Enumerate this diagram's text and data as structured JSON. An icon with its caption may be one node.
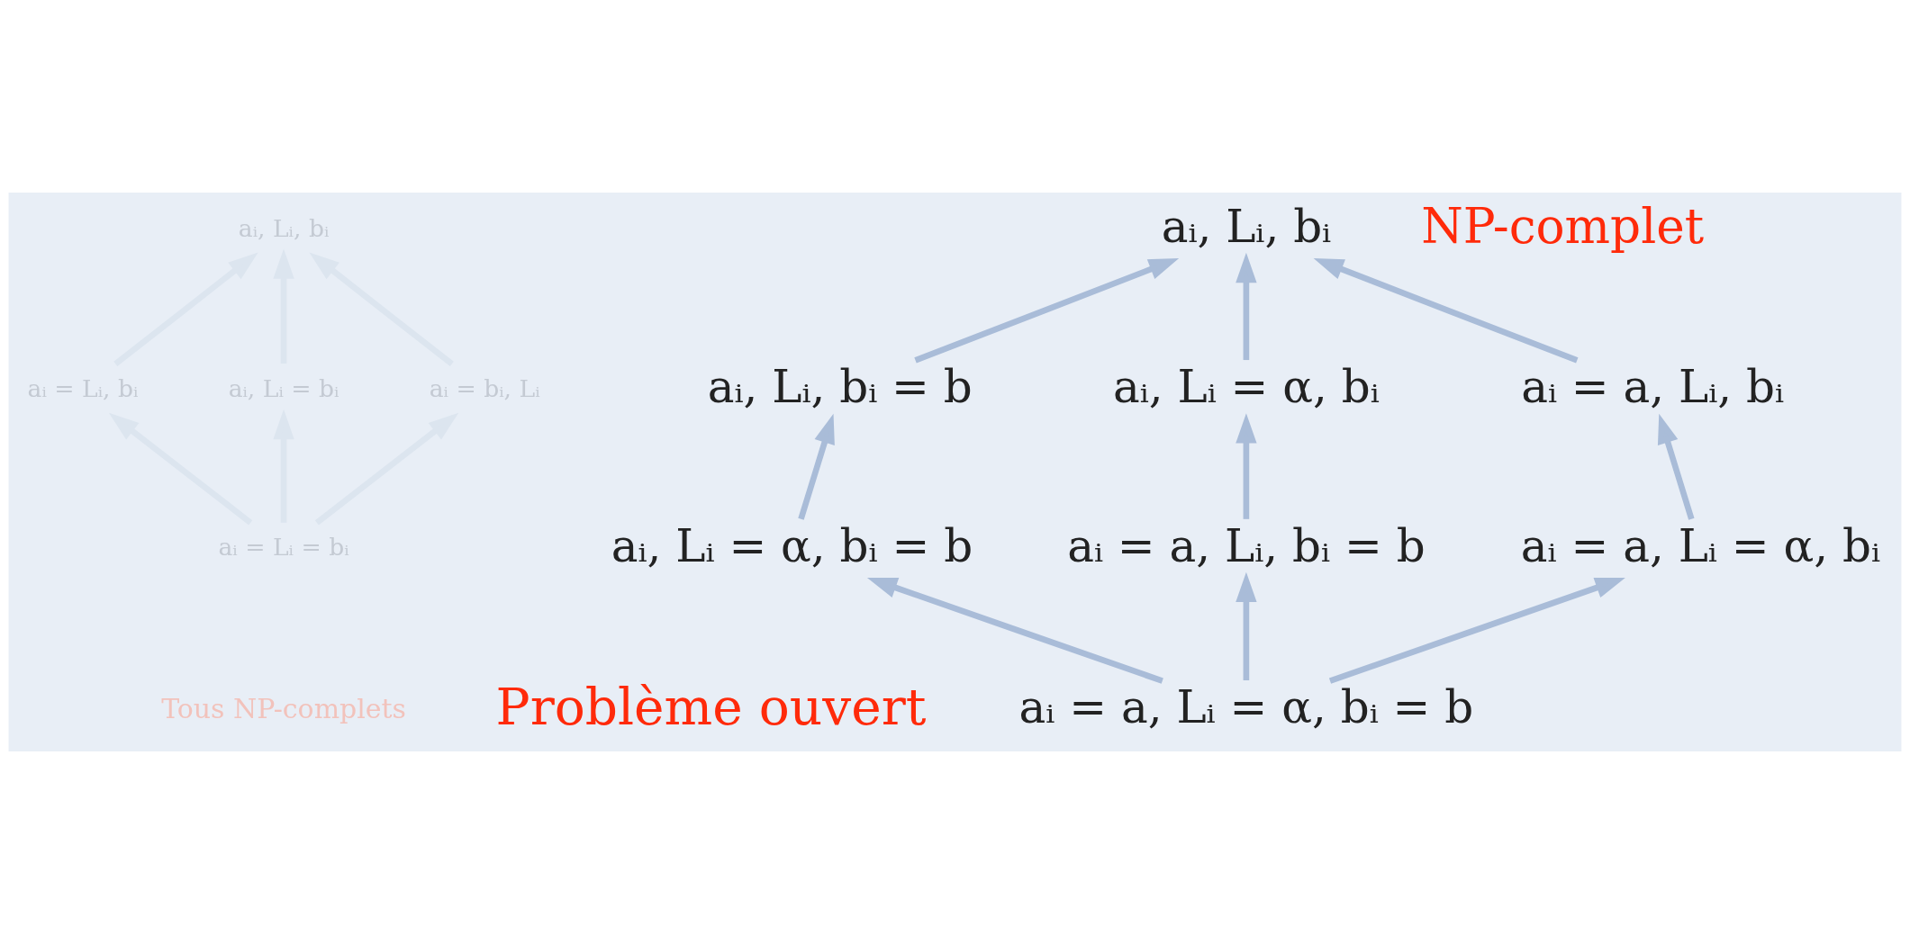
{
  "diagram": {
    "nodes": [
      {
        "text": [
          "aᵢ, Lᵢ, bᵢ"
        ]
      },
      {
        "text": [
          "aᵢ = a, Lᵢ, bᵢ"
        ]
      },
      {
        "text": [
          "aᵢ, Lᵢ, bᵢ = b"
        ]
      },
      {
        "text": [
          "aᵢ, Lᵢ = α, bᵢ"
        ]
      },
      {
        "text": [
          "aᵢ = a, Lᵢ = α, bᵢ"
        ]
      },
      {
        "text": [
          "aᵢ, Lᵢ = α, bᵢ = b"
        ]
      },
      {
        "text": [
          "aᵢ = a, Lᵢ, bᵢ = b"
        ]
      },
      {
        "text": [
          "aᵢ = a, Lᵢ = α, bᵢ = b"
        ]
      },
      {
        "text": [
          "aᵢ, Lᵢ, bᵢ"
        ]
      },
      {
        "text": [
          "aᵢ = Lᵢ, bᵢ"
        ]
      },
      {
        "text": [
          "aᵢ, Lᵢ = bᵢ"
        ]
      },
      {
        "text": [
          "aᵢ = bᵢ, Lᵢ"
        ]
      },
      {
        "text": [
          "aᵢ = Lᵢ = bᵢ"
        ]
      }
    ],
    "edges": [
      {
        "from": 1,
        "to": 0,
        "arrow": "to"
      },
      {
        "from": 2,
        "to": 0,
        "arrow": "to"
      },
      {
        "from": 3,
        "to": 0,
        "arrow": "to"
      },
      {
        "from": 4,
        "to": 1,
        "arrow": "to"
      },
      {
        "from": 5,
        "to": 2,
        "arrow": "to"
      },
      {
        "from": 6,
        "to": 3,
        "arrow": "to"
      },
      {
        "from": 7,
        "to": 4,
        "arrow": "to"
      },
      {
        "from": 7,
        "to": 5,
        "arrow": "to"
      },
      {
        "from": 7,
        "to": 6,
        "arrow": "to"
      },
      {
        "from": 9,
        "to": 8,
        "arrow": "to",
        "color": "#dce5ef"
      },
      {
        "from": 10,
        "to": 8,
        "arrow": "to",
        "color": "#dce5ef"
      },
      {
        "from": 11,
        "to": 8,
        "arrow": "to",
        "color": "#dce5ef"
      },
      {
        "from": 12,
        "to": 9,
        "arrow": "to",
        "color": "#dce5ef"
      },
      {
        "from": 12,
        "to": 10,
        "arrow": "to",
        "color": "#dce5ef"
      },
      {
        "from": 12,
        "to": 11,
        "arrow": "to",
        "color": "#dce5ef"
      }
    ],
    "labels": [
      "NP-complet",
      "Tous NP-complets",
      "Problème ouvert"
    ]
  }
}
